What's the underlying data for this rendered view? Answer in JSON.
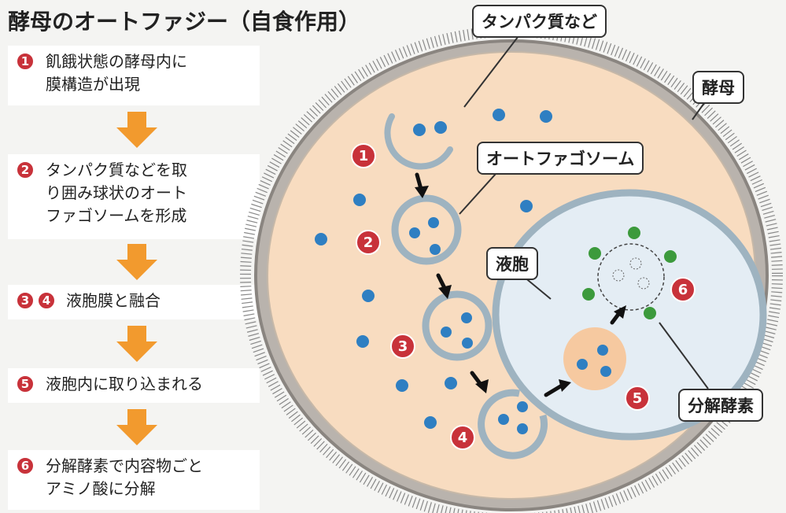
{
  "title": "酵母のオートファジー（自食作用）",
  "steps": [
    {
      "nums": [
        "1"
      ],
      "text": "飢餓状態の酵母内に\n膜構造が出現"
    },
    {
      "nums": [
        "2"
      ],
      "text": "タンパク質などを取\nり囲み球状のオート\nファゴソームを形成"
    },
    {
      "nums": [
        "3",
        "4"
      ],
      "text": "液胞膜と融合"
    },
    {
      "nums": [
        "5"
      ],
      "text": "液胞内に取り込まれる"
    },
    {
      "nums": [
        "6"
      ],
      "text": "分解酵素で内容物ごと\nアミノ酸に分解"
    }
  ],
  "labels": {
    "protein": "タンパク質など",
    "yeast": "酵母",
    "autophagosome": "オートファゴソーム",
    "vacuole": "液胞",
    "enzyme": "分解酵素"
  },
  "markers": [
    "1",
    "2",
    "3",
    "4",
    "5",
    "6"
  ],
  "colors": {
    "cytoplasm": "#f8dcc0",
    "cell_wall": "#8a8580",
    "vacuole": "#e4edf4",
    "membrane": "#9eb3c0",
    "protein": "#2f7fc2",
    "enzyme": "#3c9a3c",
    "badge": "#c8323a",
    "arrow": "#f29a2e"
  }
}
